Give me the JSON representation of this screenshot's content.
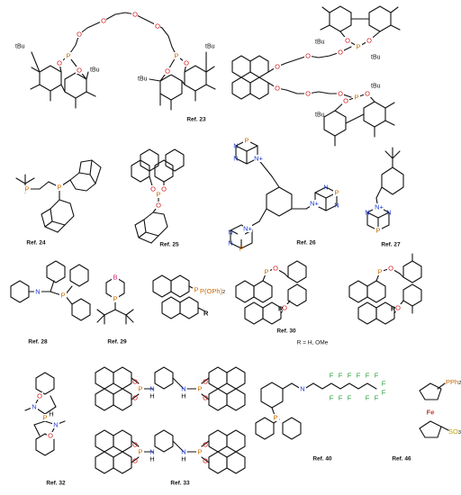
{
  "refs": {
    "r23": "Ref. 23",
    "r24": "Ref. 24",
    "r25": "Ref. 25",
    "r26": "Ref. 26",
    "r27": "Ref. 27",
    "r28": "Ref. 28",
    "r29": "Ref. 29",
    "r30": "Ref. 30",
    "r32": "Ref. 32",
    "r33": "Ref. 33",
    "r40": "Ref. 40",
    "r46": "Ref. 46"
  },
  "substituents": {
    "tBu": "tBu",
    "R": "R",
    "r_definition": "R = H, OMe",
    "p_oph2": "P(OPh)",
    "p_oph2_sub": "2",
    "pph2": "PPh",
    "pph2_sub": "2",
    "so3": "SO",
    "so3_sub": "3",
    "so3_sup": "−"
  },
  "atoms": {
    "P": "P",
    "O": "O",
    "N": "N",
    "B": "B",
    "F": "F",
    "H": "H",
    "Fe": "Fe",
    "Nplus": "N+"
  }
}
